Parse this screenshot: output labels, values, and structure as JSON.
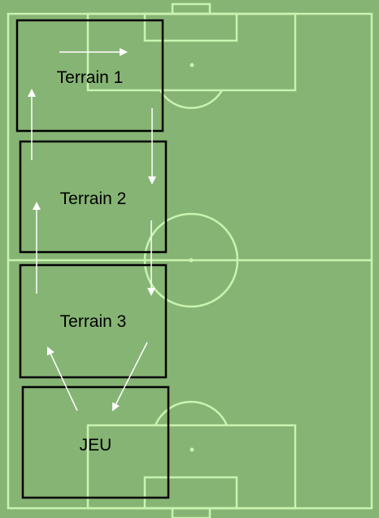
{
  "zones": [
    {
      "id": "terrain-1",
      "label": "Terrain 1"
    },
    {
      "id": "terrain-2",
      "label": "Terrain 2"
    },
    {
      "id": "terrain-3",
      "label": "Terrain 3"
    },
    {
      "id": "jeu",
      "label": "JEU"
    }
  ],
  "colors": {
    "pitch": "#86b474",
    "pitch_lines": "#c9f3b0",
    "arrows": "#ffffff",
    "zone_border": "#000000"
  }
}
